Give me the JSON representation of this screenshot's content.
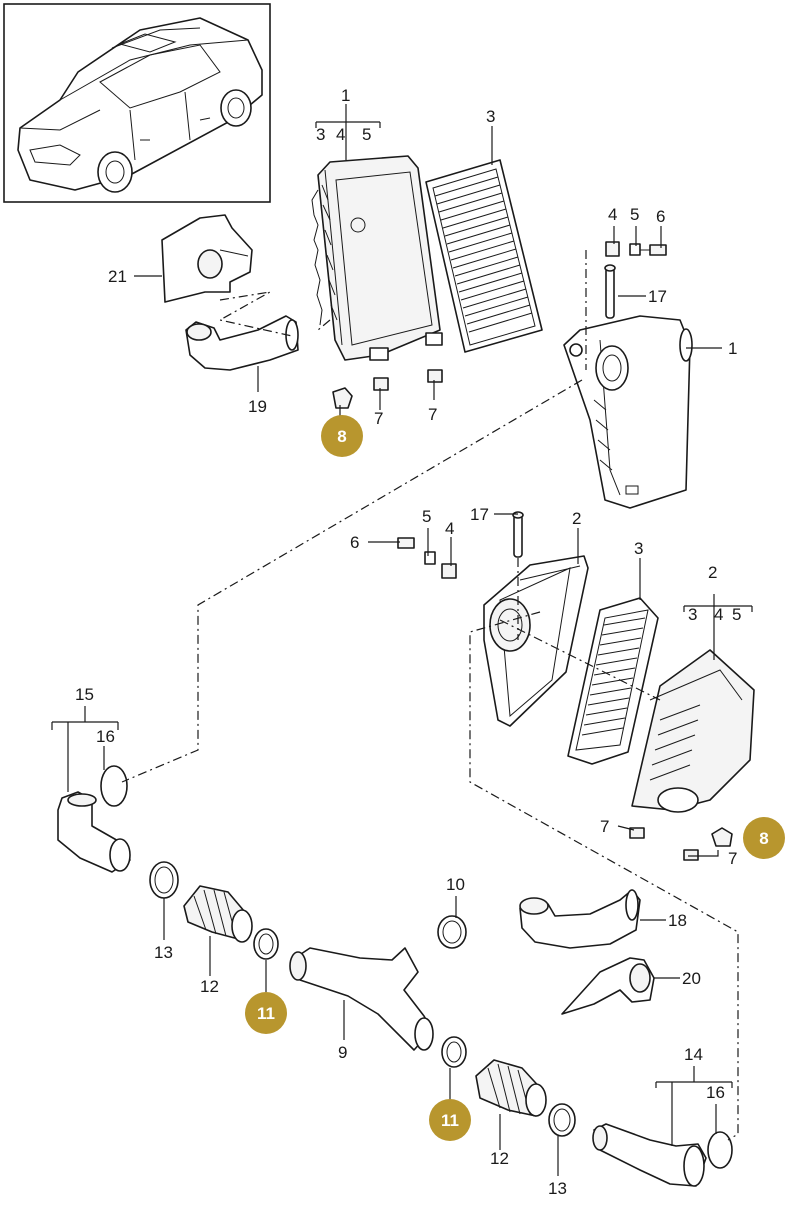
{
  "callouts": [
    {
      "id": "c-1-top",
      "text": "1"
    },
    {
      "id": "c-1-top-3",
      "text": "3"
    },
    {
      "id": "c-1-top-4",
      "text": "4"
    },
    {
      "id": "c-1-top-5",
      "text": "5"
    },
    {
      "id": "c-3-top",
      "text": "3"
    },
    {
      "id": "c-4-top",
      "text": "4"
    },
    {
      "id": "c-5-top",
      "text": "5"
    },
    {
      "id": "c-6-top",
      "text": "6"
    },
    {
      "id": "c-17-top",
      "text": "17"
    },
    {
      "id": "c-1-right",
      "text": "1"
    },
    {
      "id": "c-21",
      "text": "21"
    },
    {
      "id": "c-19",
      "text": "19"
    },
    {
      "id": "c-7-a",
      "text": "7"
    },
    {
      "id": "c-7-b",
      "text": "7"
    },
    {
      "id": "c-17-mid",
      "text": "17"
    },
    {
      "id": "c-5-mid",
      "text": "5"
    },
    {
      "id": "c-4-mid",
      "text": "4"
    },
    {
      "id": "c-6-mid",
      "text": "6"
    },
    {
      "id": "c-2-mid",
      "text": "2"
    },
    {
      "id": "c-3-mid",
      "text": "3"
    },
    {
      "id": "c-2-right",
      "text": "2"
    },
    {
      "id": "c-2-right-3",
      "text": "3"
    },
    {
      "id": "c-2-right-4",
      "text": "4"
    },
    {
      "id": "c-2-right-5",
      "text": "5"
    },
    {
      "id": "c-7-c",
      "text": "7"
    },
    {
      "id": "c-7-d",
      "text": "7"
    },
    {
      "id": "c-15",
      "text": "15"
    },
    {
      "id": "c-16-left",
      "text": "16"
    },
    {
      "id": "c-13-left",
      "text": "13"
    },
    {
      "id": "c-12-left",
      "text": "12"
    },
    {
      "id": "c-10",
      "text": "10"
    },
    {
      "id": "c-9",
      "text": "9"
    },
    {
      "id": "c-18",
      "text": "18"
    },
    {
      "id": "c-20",
      "text": "20"
    },
    {
      "id": "c-14",
      "text": "14"
    },
    {
      "id": "c-16-right",
      "text": "16"
    },
    {
      "id": "c-12-right",
      "text": "12"
    },
    {
      "id": "c-13-right",
      "text": "13"
    }
  ],
  "badges": [
    {
      "id": "b-8-top",
      "text": "8"
    },
    {
      "id": "b-8-right",
      "text": "8"
    },
    {
      "id": "b-11-left",
      "text": "11"
    },
    {
      "id": "b-11-mid",
      "text": "11"
    }
  ],
  "colors": {
    "badge_fill": "#b8962e",
    "badge_text": "#ffffff",
    "line": "#1a1a1a"
  }
}
